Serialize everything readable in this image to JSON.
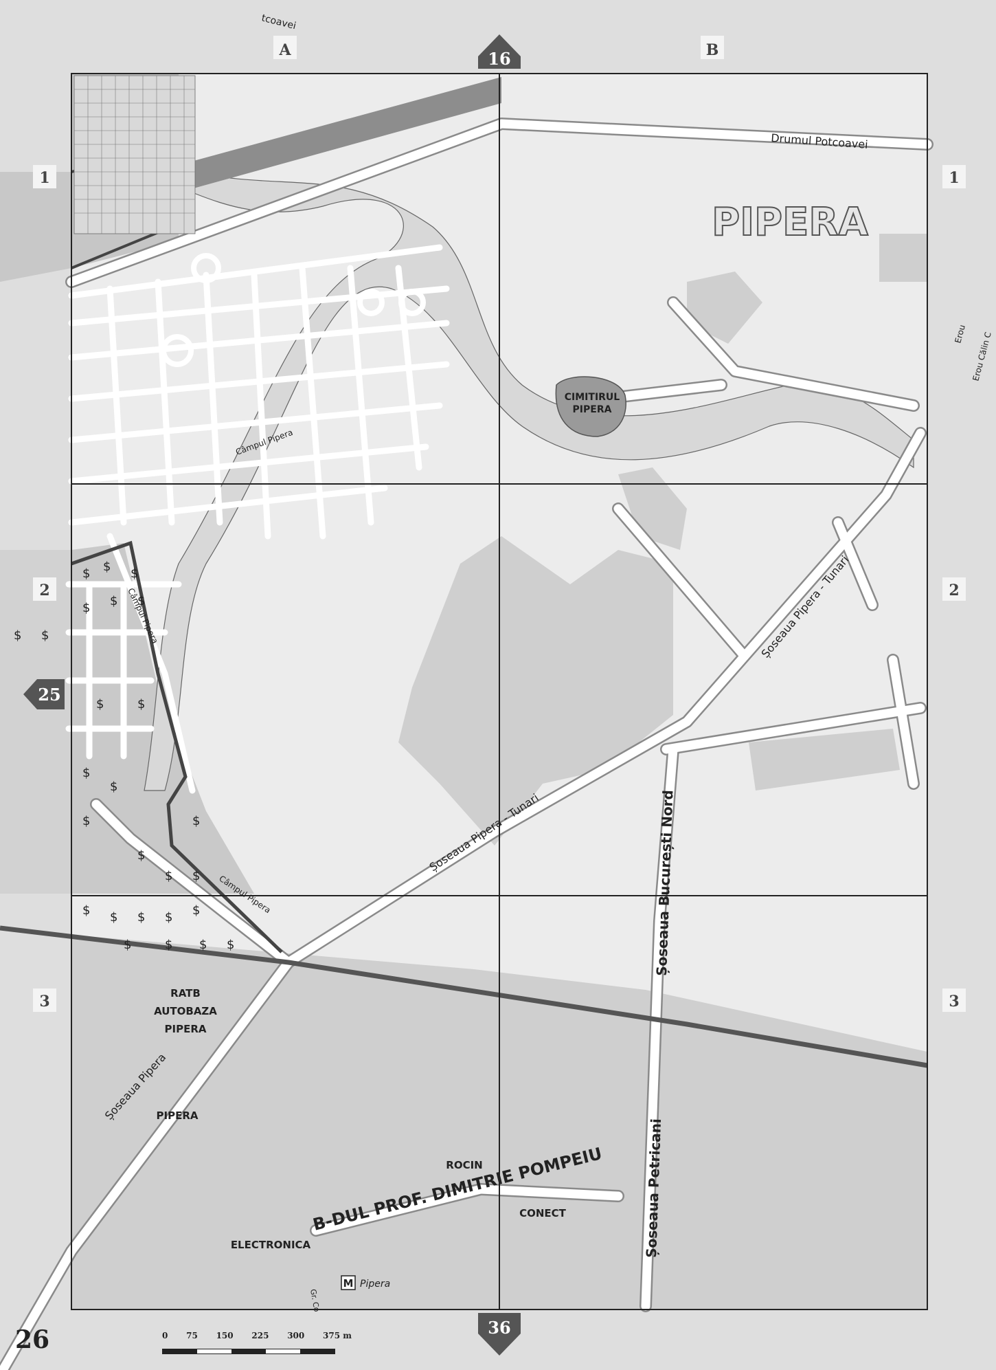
{
  "map": {
    "page_number": "26",
    "area_title": "PIPERA",
    "column_labels": [
      "A",
      "B"
    ],
    "row_labels": [
      "1",
      "2",
      "3"
    ],
    "adjacent_pages": {
      "top": "16",
      "bottom": "36",
      "left": "25"
    },
    "streets": {
      "drumul_potcoavei": "Drumul Potcoavei",
      "campul_pipera_1": "Câmpul Pipera",
      "campul_pipera_2": "Câmpul Pipera",
      "campul_pipera_3": "Câmpul Pipera",
      "soseaua_pipera_tunari_1": "Șoseaua  Pipera - Tunari",
      "soseaua_pipera_tunari_2": "Șoseaua  Pipera - Tunari",
      "soseaua_bucuresti_nord": "Șoseaua București Nord",
      "soseaua_petricani": "Șoseaua  Petricani",
      "soseaua_pipera": "Șoseaua  Pipera",
      "bdul_dimitrie_pompeiu": "B-DUL PROF. DIMITRIE POMPEIU",
      "erou_1": "Erou",
      "erou_2": "Erou Călin C",
      "gr_co": "Gr. Co",
      "top_street": "tcoavei"
    },
    "places": {
      "cemetery_line1": "CIMITIRUL",
      "cemetery_line2": "PIPERA",
      "ratb_line1": "RATB",
      "ratb_line2": "AUTOBAZA",
      "ratb_line3": "PIPERA",
      "pipera_district": "PIPERA",
      "rocin": "ROCIN",
      "conect": "CONECT",
      "electronica": "ELECTRONICA",
      "metro_icon_letter": "M",
      "metro_station": "Pipera"
    },
    "scale": {
      "ticks": [
        "0",
        "75",
        "150",
        "225",
        "300",
        "375 m"
      ]
    }
  }
}
